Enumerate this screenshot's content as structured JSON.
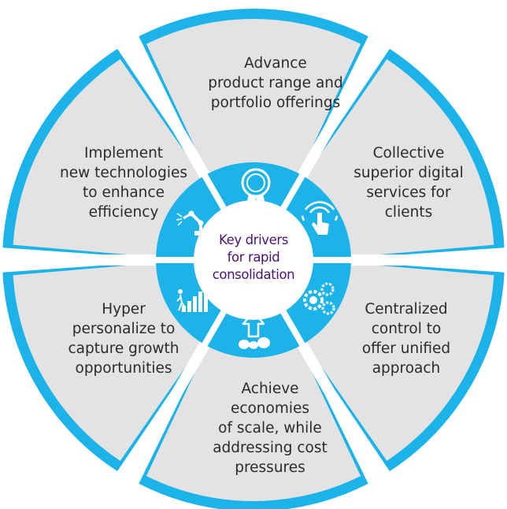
{
  "center": {
    "lines": [
      "Key drivers",
      "for rapid",
      "consolidation"
    ]
  },
  "segments": [
    {
      "id": "top",
      "icon": "award-ribbon-icon",
      "lines": [
        "Advance",
        "product range and",
        "portfolio offerings"
      ]
    },
    {
      "id": "upper-right",
      "icon": "touch-wireless-icon",
      "lines": [
        "Collective",
        "superior digital",
        "services for",
        "clients"
      ]
    },
    {
      "id": "lower-right",
      "icon": "gears-icon",
      "lines": [
        "Centralized",
        "control to",
        "offer unified",
        "approach"
      ]
    },
    {
      "id": "bottom",
      "icon": "arrow-up-money-bags-icon",
      "lines": [
        "Achieve",
        "economies",
        "of scale, while",
        "addressing cost",
        "pressures"
      ]
    },
    {
      "id": "lower-left",
      "icon": "climbing-bar-chart-icon",
      "lines": [
        "Hyper",
        "personalize to",
        "capture growth",
        "opportunities"
      ]
    },
    {
      "id": "upper-left",
      "icon": "robot-arm-icon",
      "lines": [
        "Implement",
        "new technologies",
        "to enhance",
        "efficiency"
      ]
    }
  ],
  "colors": {
    "petal_fill": "#e3e3e4",
    "petal_edge": "#1cb3e8",
    "inner_ring": "#1cb3e8",
    "center_fill": "#ffffff",
    "center_text": "#4a1275",
    "text": "#2b2b2b",
    "icon": "#ffffff"
  }
}
